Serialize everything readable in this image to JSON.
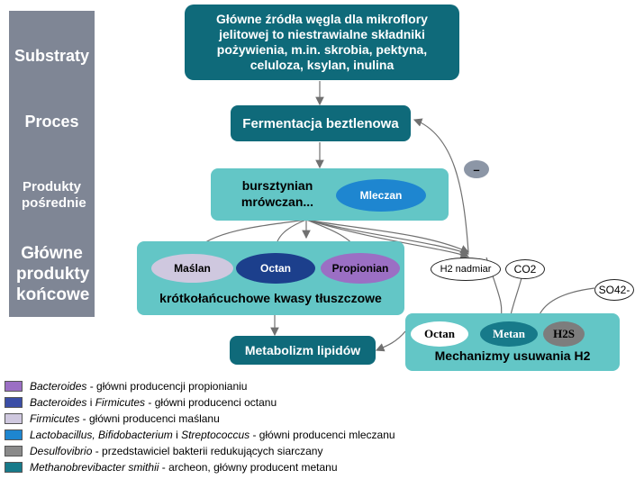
{
  "sidebar": {
    "stages": [
      "Substraty",
      "Proces",
      "Produkty pośrednie",
      "Główne produkty końcowe"
    ]
  },
  "boxes": {
    "sources": "Główne źródła węgla dla mikroflory jelitowej to niestrawialne składniki pożywienia, m.in. skrobia, pektyna, celuloza, ksylan, inulina",
    "fermentation": "Fermentacja beztlenowa",
    "intermediates": "bursztynian mrówczan...",
    "lactate": "Mleczan",
    "butyrate": "Maślan",
    "acetate": "Octan",
    "propionate": "Propionian",
    "scfa": "krótkołańcuchowe kwasy tłuszczowe",
    "lipid": "Metabolizm lipidów",
    "h2_acetate": "Octan",
    "h2_methane": "Metan",
    "h2_h2s": "H2S",
    "h2_mechanisms": "Mechanizmy usuwania H2",
    "minus": "–",
    "h2_excess": "H2 nadmiar",
    "co2": "CO2",
    "so4": "SO42-"
  },
  "legend": [
    {
      "color": "#9b6fc4",
      "italic": "Bacteroides",
      "rest": " - główni producencji propionianiu"
    },
    {
      "color": "#3b4ea6",
      "italic": "Bacteroides",
      "mid": " i ",
      "italic2": "Firmicutes",
      "rest": " - główni producenci octanu"
    },
    {
      "color": "#cfc8df",
      "italic": "Firmicutes",
      "rest": " - główni producenci maślanu"
    },
    {
      "color": "#1e86d0",
      "italic": "Lactobacillus, Bifidobacterium",
      "mid": " i ",
      "italic2": "Streptococcus",
      "rest": " - główni producenci mleczanu"
    },
    {
      "color": "#8a8a8a",
      "italic": "Desulfovibrio",
      "rest": " - przedstawiciel bakterii redukujących siarczany"
    },
    {
      "color": "#177a8a",
      "italic": "Methanobrevibacter smithii",
      "rest": " - archeon, główny producent metanu"
    }
  ]
}
